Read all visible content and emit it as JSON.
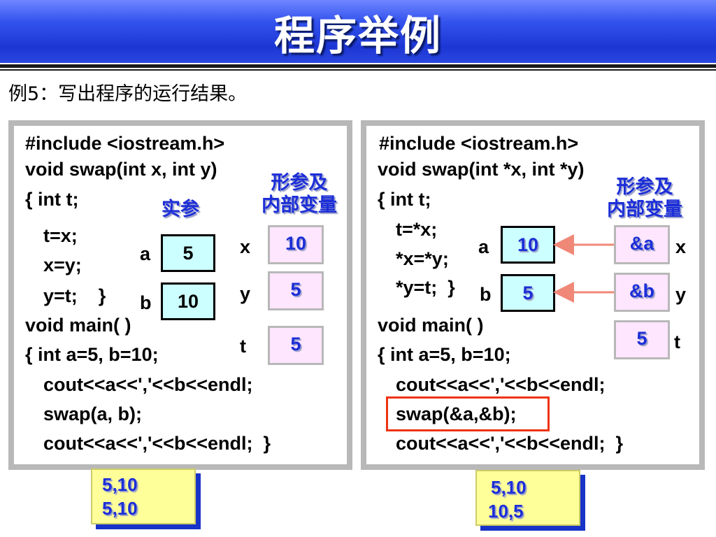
{
  "header": {
    "title": "程序举例"
  },
  "subtitle": "例5：写出程序的运行结果。",
  "left": {
    "code_lines": [
      "#include <iostream.h>",
      "void swap(int x, int y)",
      "{ int t;",
      "t=x;",
      "x=y;",
      "y=t;    }",
      "void main( )",
      "{ int a=5, b=10;",
      "cout<<a<<','<<b<<endl;",
      "swap(a, b);",
      "cout<<a<<','<<b<<endl;  }"
    ],
    "label_formal_1": "形参及",
    "label_formal_2": "内部变量",
    "label_actual": "实参",
    "var_a": "a",
    "var_b": "b",
    "var_x": "x",
    "var_y": "y",
    "var_t": "t",
    "val_a": "5",
    "val_b": "10",
    "val_x": "10",
    "val_y": "5",
    "val_t": "5",
    "output_1": "5,10",
    "output_2": "5,10"
  },
  "right": {
    "code_lines": [
      "#include <iostream.h>",
      "void swap(int *x, int *y)",
      "{ int t;",
      "t=*x;",
      "*x=*y;",
      "*y=t;  }",
      "void main( )",
      "{ int a=5, b=10;",
      "cout<<a<<','<<b<<endl;",
      "swap(&a,&b);",
      "cout<<a<<','<<b<<endl;  }"
    ],
    "label_formal_1": "形参及",
    "label_formal_2": "内部变量",
    "var_a": "a",
    "var_b": "b",
    "var_x": "x",
    "var_y": "y",
    "var_t": "t",
    "val_a": "10",
    "val_b": "5",
    "val_x": "&a",
    "val_y": "&b",
    "val_t": "5",
    "output_1": "5,10",
    "output_2": "10,5"
  },
  "colors": {
    "accent_blue": "#1c2ed8",
    "highlight_red": "#ee3311",
    "arrow_salmon": "#f08878"
  }
}
